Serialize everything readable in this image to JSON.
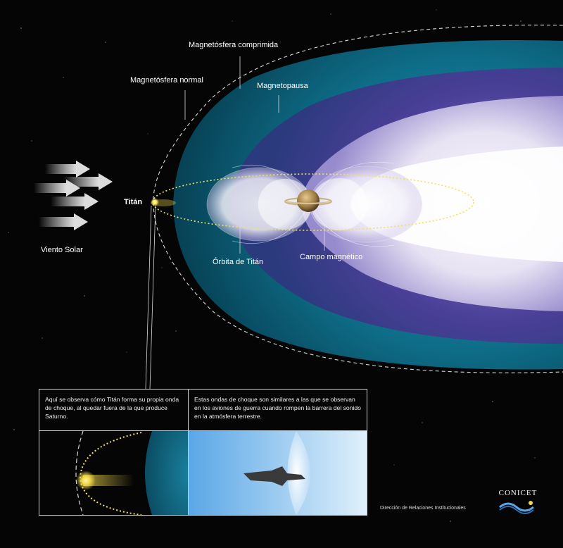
{
  "labels": {
    "magnetosfera_comprimida": "Magnetósfera comprimida",
    "magnetosfera_normal": "Magnetósfera normal",
    "magnetopausa": "Magnetopausa",
    "titan": "Titán",
    "viento_solar": "Viento Solar",
    "orbita_titan": "Órbita de Titán",
    "campo_magnetico": "Campo magnético"
  },
  "inset": {
    "caption_left": "Aquí se observa cómo Titán forma su propia onda de choque, al quedar fuera de la que produce Saturno.",
    "caption_right": "Estas ondas de choque son similares a las que se observan en los aviones de guerra cuando rompen la barrera del sonido en la atmósfera terrestre."
  },
  "footer": {
    "department": "Dirección de Relaciones Institucionales",
    "logo_text": "CONICET"
  },
  "colors": {
    "background": "#050506",
    "magnetosphere_outer": "#0b6f8a",
    "magnetosphere_inner": "#3c3d8c",
    "core_glow": "#ffffff",
    "orbit": "#f2e25a",
    "titan": "#f2d84a"
  }
}
